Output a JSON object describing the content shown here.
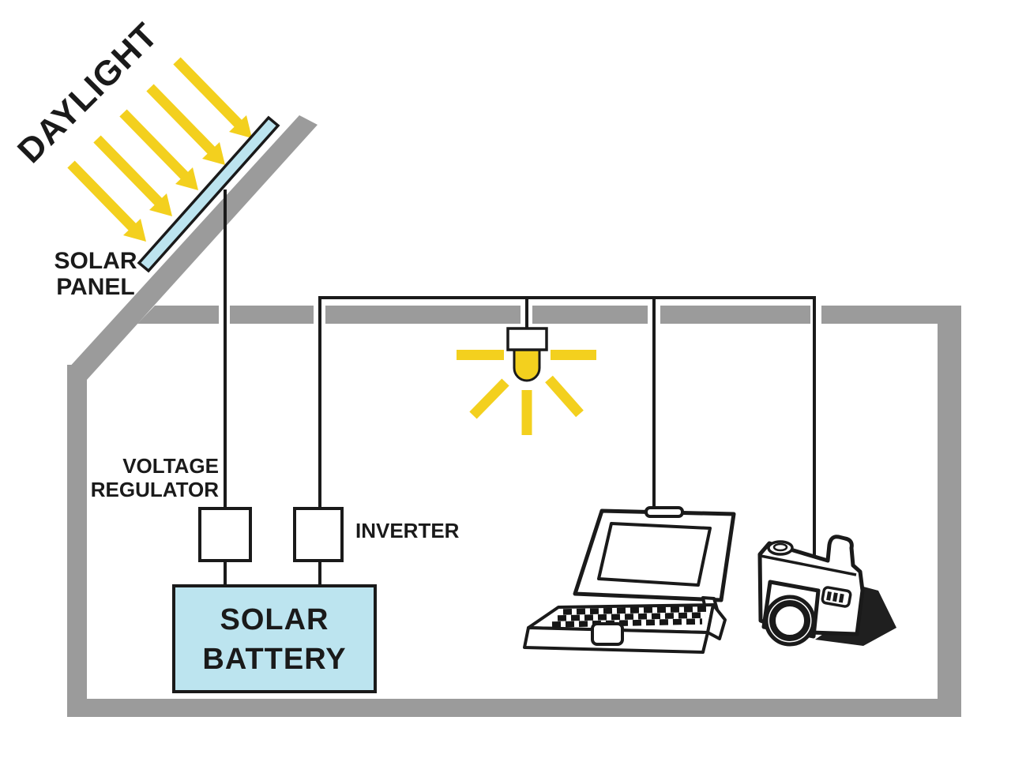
{
  "title": "Solar power system diagram",
  "labels": {
    "daylight": "DAYLIGHT",
    "solar_panel_line1": "SOLAR",
    "solar_panel_line2": "PANEL",
    "voltage_regulator_line1": "VOLTAGE",
    "voltage_regulator_line2": "REGULATOR",
    "inverter": "INVERTER",
    "solar_battery_line1": "SOLAR",
    "solar_battery_line2": "BATTERY"
  },
  "icons": [
    "daylight-arrow-icon",
    "solar-panel-icon",
    "voltage-regulator-box",
    "inverter-box",
    "solar-battery-box",
    "light-bulb-icon",
    "laptop-icon",
    "camera-icon"
  ],
  "colors": {
    "accent_yellow": "#F3D01E",
    "panel_blue": "#BCE4EF",
    "wall_gray": "#9B9B9B",
    "line_black": "#1A1A1A"
  }
}
